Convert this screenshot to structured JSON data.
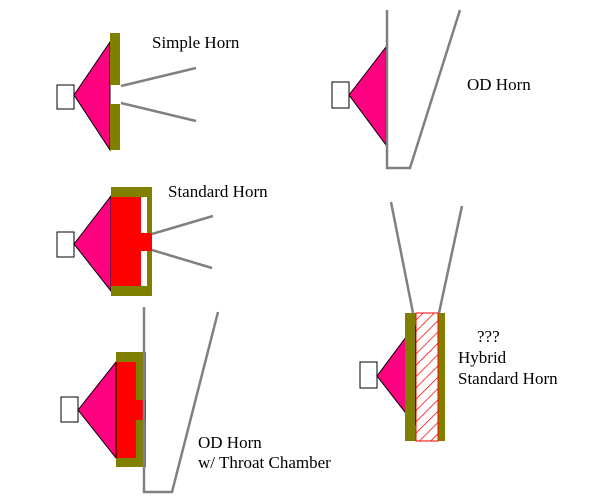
{
  "labels": {
    "simple_horn": "Simple Horn",
    "od_horn": "OD Horn",
    "standard_horn": "Standard Horn",
    "od_horn_throat_line1": "OD Horn",
    "od_horn_throat_line2": "w/ Throat Chamber",
    "hybrid_question": "???",
    "hybrid_line1": "Hybrid",
    "hybrid_line2": "Standard Horn"
  },
  "colors": {
    "cone": "#ff0080",
    "baffle": "#808000",
    "throat_chamber": "#ff0000",
    "horn_wall": "#808080",
    "magnet_outline": "#000000",
    "hatch": "#ff0000"
  }
}
